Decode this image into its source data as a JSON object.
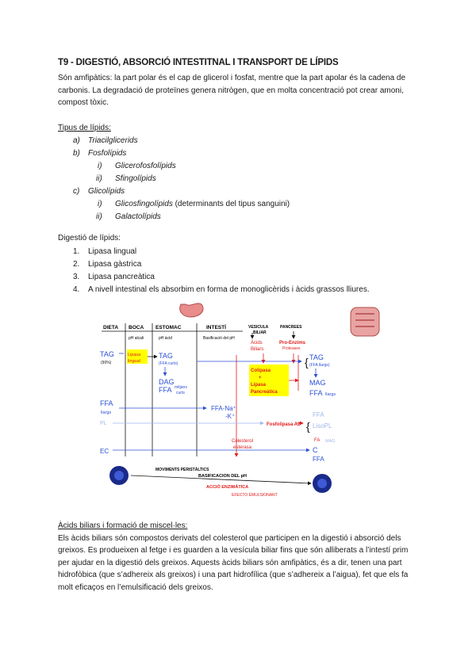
{
  "title": "T9 - DIGESTIÓ, ABSORCIÓ INTESTITNAL I TRANSPORT DE LÍPIDS",
  "intro": {
    "line1": "Són amfipàtics: la part polar és el cap de glicerol i fosfat, mentre que la part apolar és la cadena de",
    "line2": "carbonis. La degradació de proteïnes genera nitrògen, que en molta concentració pot crear amoni,",
    "line3": "compost tòxic."
  },
  "types": {
    "heading": "Tipus de lípids:",
    "a_mark": "a)",
    "a": "Triacilglicerids",
    "b_mark": "b)",
    "b": "Fosfolípids",
    "b_i_mark": "i)",
    "b_i": "Glicerofosfolípids",
    "b_ii_mark": "ii)",
    "b_ii": "Sfingolípids",
    "c_mark": "c)",
    "c": "Glicolípids",
    "c_i_mark": "i)",
    "c_i": "Glicosfingolípids",
    "c_i_note": " (determinants del tipus sanguini)",
    "c_ii_mark": "ii)",
    "c_ii": "Galactolípids"
  },
  "digestion": {
    "heading": "Digestió de lípids:",
    "items": [
      {
        "mark": "1.",
        "text": "Lipasa lingual"
      },
      {
        "mark": "2.",
        "text": "Lipasa gàstrica"
      },
      {
        "mark": "3.",
        "text": "Lipasa pancreàtica"
      },
      {
        "mark": "4.",
        "text": "A nivell intestinal els absorbim en forma de monoglicèrids i àcids grassos lliures."
      }
    ]
  },
  "diagram": {
    "col_dieta": "DIETA",
    "col_boca": "BOCA",
    "col_estomac": "ESTOMAC",
    "col_intesti": "INTESTÍ",
    "col_vesicula": "VESICULA",
    "col_vesicula2": "BILIAR",
    "col_pancrees": "PANCREES",
    "boca_ph": "pH alcali",
    "estomac_ph": "pH àcid",
    "intesti_ph": "Basificació del pH",
    "tag": "TAG",
    "tag_pct": "(90%)",
    "lipasa1": "Lipasa",
    "lipasa2": "lingual",
    "tag2": "TAG",
    "ffa_curts": "(FFA curts)",
    "dag": "DAG",
    "ffa_mitjans": "FFA",
    "mitjans1": "mitjans",
    "mitjans2": "curts",
    "acids1": "Àcids",
    "acids2": "Biliars",
    "proenz1": "Pro-Enzims",
    "proenz2": "Proteases",
    "colipasa1": "Colipasa",
    "colipasa2": "+",
    "colipasa3": "Lipasa",
    "colipasa4": "Pancreàtica",
    "tag3": "TAG",
    "ffa_llargs_r": "(FFA llargs)",
    "mag": "MAG",
    "ffa_r": "FFA",
    "llargs_r": "llargs",
    "ffa": "FFA",
    "llargs": "llargs",
    "ffa_na": "FFA-Na⁺",
    "k": "-K⁺",
    "pl": "PL",
    "fosfolipasa": "Fosfolipasa A2",
    "ffa_pl": "FFA",
    "lisopl": "LisoPL",
    "fa_mag": "FA",
    "mag_small": "MAG",
    "ec": "EC",
    "colesterol1": "Colesterol",
    "colesterol2": "esterasa",
    "c": "C",
    "ffa_c": "FFA",
    "mov": "MOVIMENTS  PERISTÀLTICS",
    "basif": "BASIFICACION DEL pH",
    "accio": "ACCIÓ ENZIMÀTICA",
    "efecte": "EFECTO EMULSIONANT"
  },
  "bile": {
    "heading": "Àcids biliars i formació de miscel·les:",
    "line1": "Els àcids biliars són compostos derivats del colesterol que participen en la digestió i absorció dels",
    "line2": "greixos.   Es produeixen al fetge i es guarden a la vesícula biliar fins que són alliberats a l’intestí prim",
    "line3": "per ajudar en la digestió dels greixos. Aquests àcids biliars són amfipàtics, és a dir, tenen una part",
    "line4": "hidrofòbica (que s’adhereix als greixos) i una part hidrofílica (que s’adhereix a l’aigua), fet que els fa",
    "line5": "molt eficaços en l’emulsificació dels greixos."
  },
  "colors": {
    "blue": "#2b4fd6",
    "red": "#e01b1b",
    "light_blue": "#9fb8ea",
    "yellow": "#ffff00",
    "navy": "#1a2a8a"
  }
}
